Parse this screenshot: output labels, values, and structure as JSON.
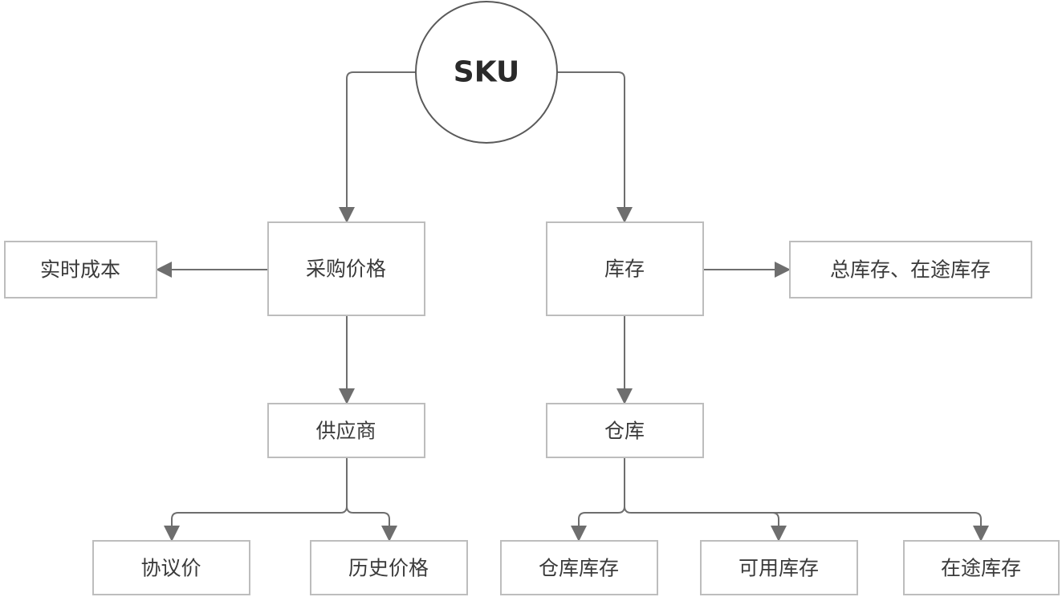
{
  "diagram": {
    "root": {
      "label": "SKU"
    },
    "nodes": {
      "purchase_price": "采购价格",
      "realtime_cost": "实时成本",
      "supplier": "供应商",
      "agreed_price": "协议价",
      "historical_price": "历史价格",
      "inventory": "库存",
      "total_and_transit": "总库存、在途库存",
      "warehouse": "仓库",
      "warehouse_inventory": "仓库库存",
      "available_inventory": "可用库存",
      "in_transit_inventory": "在途库存"
    },
    "colors": {
      "box_border": "#bdbdbd",
      "line": "#6e6e6e",
      "circle_border": "#5a5a5a",
      "text": "#3a3a3a"
    }
  }
}
